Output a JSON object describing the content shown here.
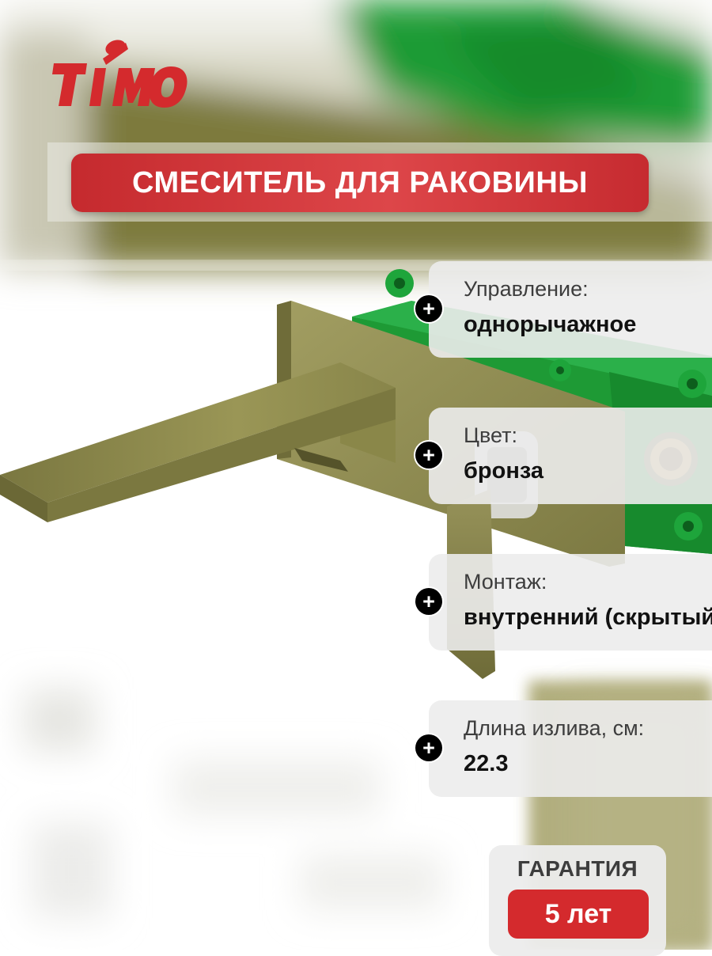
{
  "brand": {
    "logo_text": "TIMO"
  },
  "title": "СМЕСИТЕЛЬ ДЛЯ РАКОВИНЫ",
  "specs": [
    {
      "label": "Управление:",
      "value": "однорычажное"
    },
    {
      "label": "Цвет:",
      "value": "бронза"
    },
    {
      "label": "Монтаж:",
      "value": "внутренний (скрытый)"
    },
    {
      "label": "Длина излива, см:",
      "value": "22.3"
    }
  ],
  "warranty": {
    "label": "ГАРАНТИЯ",
    "value": "5 лет"
  },
  "colors": {
    "brand_red": "#d42a2d",
    "bronze": "#8d8a4a",
    "box_green": "#1e9a35"
  },
  "icons": [
    "plus-icon",
    "faucet-image",
    "mounting-box-image",
    "timo-logo"
  ]
}
